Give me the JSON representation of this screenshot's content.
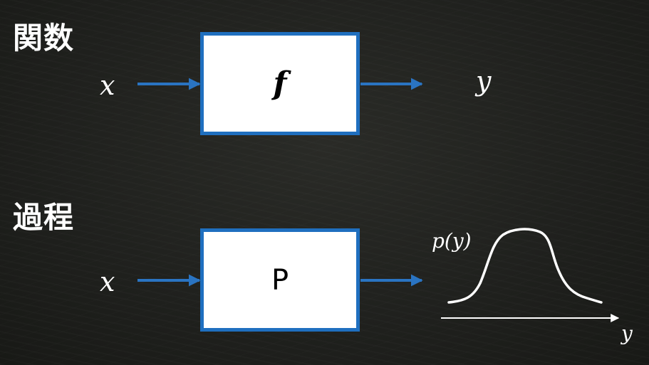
{
  "function_section": {
    "heading": "関数",
    "input_label": "x",
    "box_label": "f",
    "output_label": "y"
  },
  "process_section": {
    "heading": "過程",
    "input_label": "x",
    "box_label": "P",
    "distribution_label": "p(y)",
    "axis_label": "y"
  },
  "colors": {
    "arrow": "#2a74c2",
    "box_border": "#1f6fbf",
    "chalk": "#ffffff"
  }
}
